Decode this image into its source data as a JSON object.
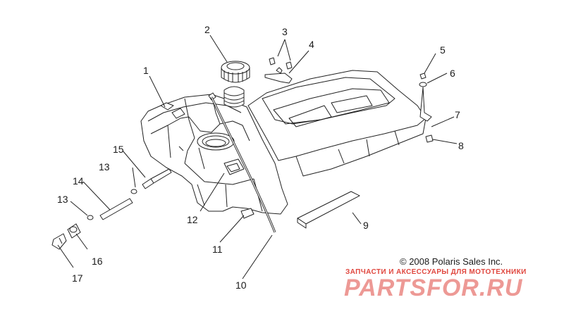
{
  "diagram": {
    "callouts": [
      {
        "id": "1",
        "label": "1"
      },
      {
        "id": "2",
        "label": "2"
      },
      {
        "id": "3",
        "label": "3"
      },
      {
        "id": "4",
        "label": "4"
      },
      {
        "id": "5",
        "label": "5"
      },
      {
        "id": "6",
        "label": "6"
      },
      {
        "id": "7",
        "label": "7"
      },
      {
        "id": "8",
        "label": "8"
      },
      {
        "id": "9",
        "label": "9"
      },
      {
        "id": "10",
        "label": "10"
      },
      {
        "id": "11",
        "label": "11"
      },
      {
        "id": "12",
        "label": "12"
      },
      {
        "id": "13a",
        "label": "13"
      },
      {
        "id": "13b",
        "label": "13"
      },
      {
        "id": "14",
        "label": "14"
      },
      {
        "id": "15",
        "label": "15"
      },
      {
        "id": "16",
        "label": "16"
      },
      {
        "id": "17",
        "label": "17"
      }
    ],
    "copyright": "© 2008 Polaris Sales Inc."
  },
  "watermark": {
    "tagline": "ЗАПЧАСТИ И АКСЕССУАРЫ ДЛЯ МОТОТЕХНИКИ",
    "brand": "PARTSFOR.RU",
    "color": "#e0473f"
  },
  "colors": {
    "line": "#222222",
    "fill": "#ffffff"
  }
}
